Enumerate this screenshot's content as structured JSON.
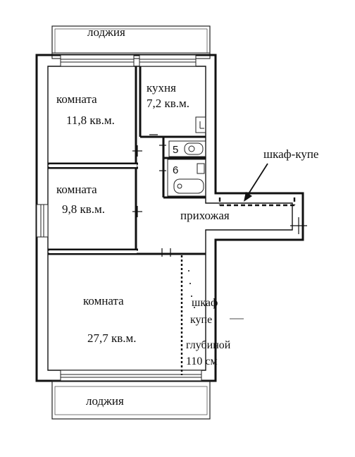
{
  "plan": {
    "loggia_top": "лоджия",
    "loggia_bottom": "лоджия",
    "kitchen": {
      "name": "кухня",
      "area": "7,2 кв.м."
    },
    "room_1": {
      "name": "комната",
      "area": "11,8 кв.м."
    },
    "room_2": {
      "name": "комната",
      "area": "9,8 кв.м."
    },
    "room_3": {
      "name": "комната",
      "area": "27,7 кв.м."
    },
    "hallway": "прихожая",
    "bath_number": "5",
    "toilet_number": "6",
    "annotations": {
      "wardrobe_hall": "шкаф-купе",
      "wardrobe_room_line1": "шкаф",
      "wardrobe_room_line2": "купе",
      "wardrobe_room_line3": "глубиной",
      "wardrobe_room_line4": "110 см"
    }
  }
}
